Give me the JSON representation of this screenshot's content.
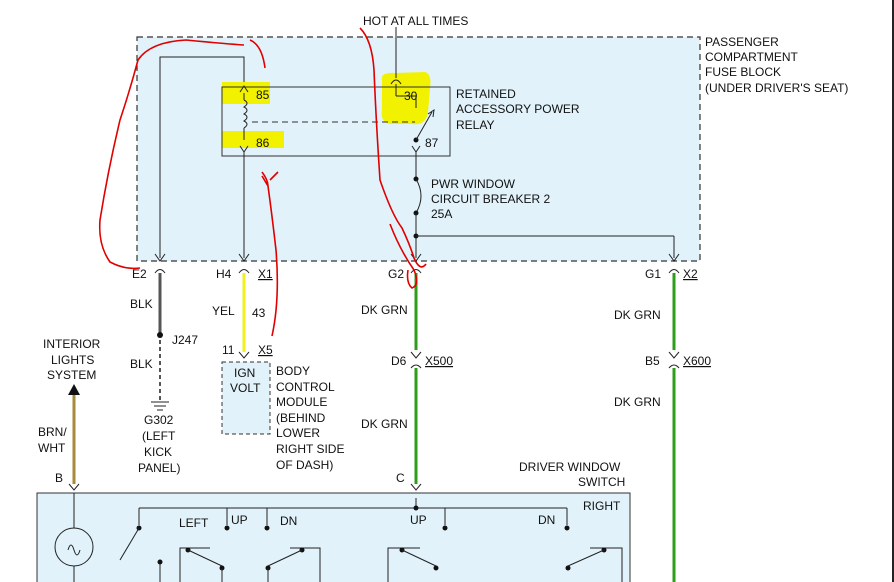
{
  "top_label": "HOT AT ALL TIMES",
  "fuse_block": {
    "title_lines": [
      "PASSENGER",
      "COMPARTMENT",
      "FUSE BLOCK",
      "(UNDER DRIVER'S SEAT)"
    ]
  },
  "relay": {
    "title_lines": [
      "RETAINED",
      "ACCESSORY POWER",
      "RELAY"
    ],
    "pin_85": "85",
    "pin_86": "86",
    "pin_30": "30",
    "pin_87": "87"
  },
  "breaker": {
    "lines": [
      "PWR WINDOW",
      "CIRCUIT BREAKER 2",
      "25A"
    ]
  },
  "connectors": {
    "e2": "E2",
    "h4": "H4",
    "x1": "X1",
    "g2": "G2",
    "g1": "G1",
    "x2": "X2",
    "d6": "D6",
    "x500": "X500",
    "b5": "B5",
    "x600": "X600",
    "pin_11": "11",
    "x5": "X5",
    "b": "B",
    "c": "C"
  },
  "wires": {
    "blk_1": "BLK",
    "blk_2": "BLK",
    "j247": "J247",
    "yel": "YEL",
    "yel_num": "43",
    "dkgrn_1": "DK GRN",
    "dkgrn_2": "DK GRN",
    "dkgrn_3": "DK GRN",
    "dkgrn_4": "DK GRN",
    "brn_wht_lines": [
      "BRN/",
      "WHT"
    ]
  },
  "ground": {
    "lines": [
      "G302",
      "(LEFT",
      "KICK",
      "PANEL)"
    ]
  },
  "interior_lights": {
    "lines": [
      "INTERIOR",
      "LIGHTS",
      "SYSTEM"
    ]
  },
  "bcm": {
    "ign_lines": [
      "IGN",
      "VOLT"
    ],
    "title_lines": [
      "BODY",
      "CONTROL",
      "MODULE",
      "(BEHIND",
      "LOWER",
      "RIGHT SIDE",
      "OF DASH)"
    ]
  },
  "switch": {
    "title_lines": [
      "DRIVER WINDOW",
      "SWITCH"
    ],
    "left": "LEFT",
    "up_1": "UP",
    "dn_1": "DN",
    "up_2": "UP",
    "dn_2": "DN",
    "right": "RIGHT"
  },
  "colors": {
    "box_fill": "#e1f2fa",
    "highlight": "#f2f200",
    "annotation": "#e00000",
    "wire_green": "#2e9e1a",
    "wire_yellow": "#f2ef1a",
    "wire_black": "#555555",
    "wire_brown": "#a88a3a"
  }
}
